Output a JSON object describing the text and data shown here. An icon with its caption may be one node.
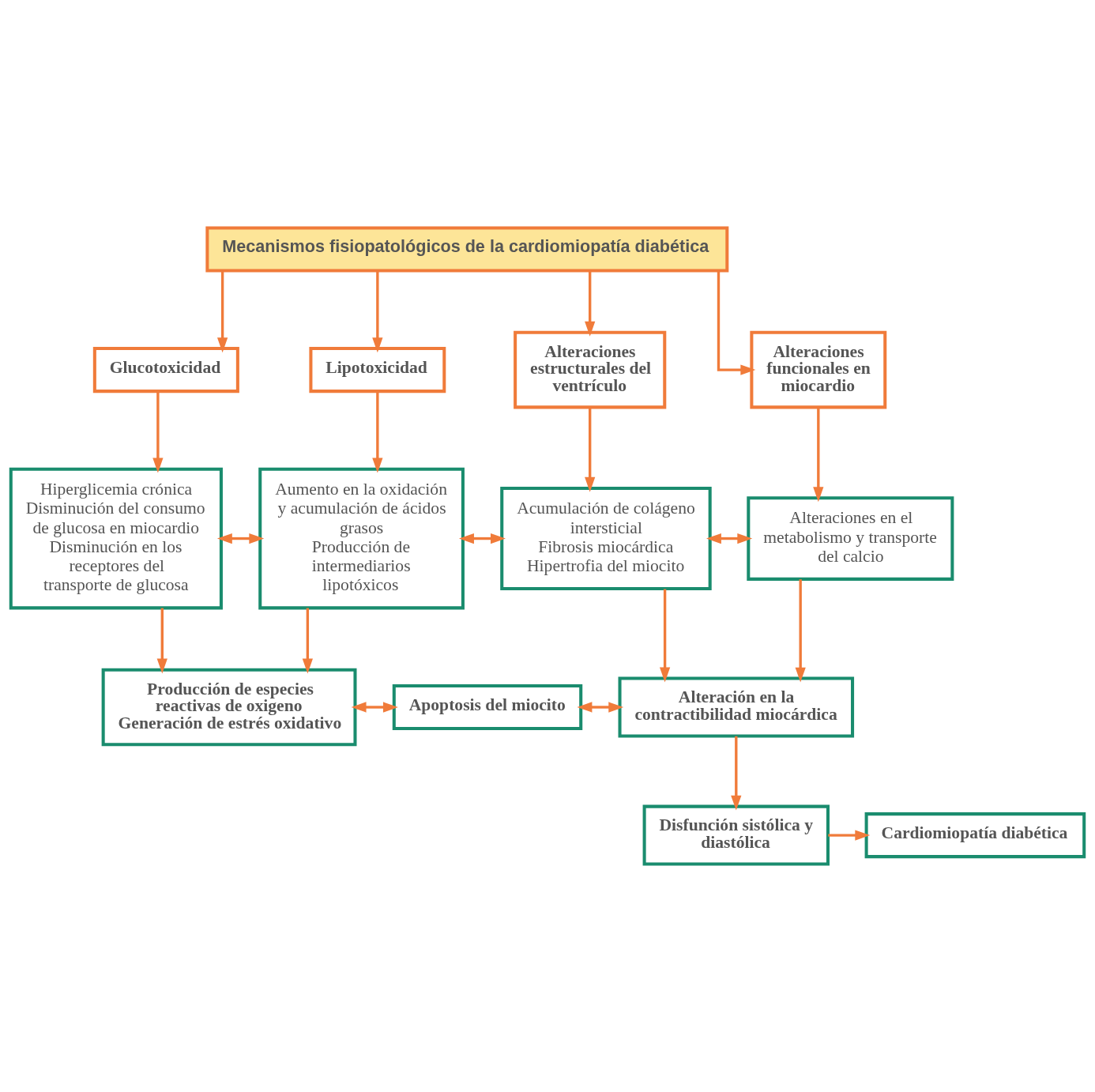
{
  "diagram": {
    "nodes": [
      {
        "text": [
          "Mecanismos fisiopatológicos de la cardiomiopatía diabética"
        ]
      },
      {
        "text": [
          "Glucotoxicidad"
        ]
      },
      {
        "text": [
          "Lipotoxicidad"
        ]
      },
      {
        "text": [
          "Alteraciones estructurales del ventrículo"
        ]
      },
      {
        "text": [
          "Alteraciones funcionales en miocardio"
        ]
      },
      {
        "text": [
          "Hiperglicemia crónica",
          "Disminución del consumo de glucosa en miocardio",
          "Disminución en los receptores del transporte de glucosa"
        ]
      },
      {
        "text": [
          "Aumento en la oxidación y acumulación de ácidos grasos",
          "Producción de intermediarios lipotóxicos"
        ]
      },
      {
        "text": [
          "Acumulación de colágeno intersticial",
          "Fibrosis miocárdica",
          "Hipertrofia del miocito"
        ]
      },
      {
        "text": [
          "Alteraciones en el metabolismo y transporte del calcio"
        ]
      },
      {
        "text": [
          "Producción de especies reactivas de oxigeno",
          "Generación de estrés oxidativo"
        ]
      },
      {
        "text": [
          "Apoptosis del miocito"
        ]
      },
      {
        "text": [
          "Alteración en la contractibilidad miocárdica"
        ]
      },
      {
        "text": [
          "Disfunción sistólica y diastólica"
        ]
      },
      {
        "text": [
          "Cardiomiopatía diabética"
        ]
      }
    ],
    "edges": [
      {
        "from": 0,
        "to": 1,
        "arrow": "to"
      },
      {
        "from": 0,
        "to": 2,
        "arrow": "to"
      },
      {
        "from": 0,
        "to": 3,
        "arrow": "to"
      },
      {
        "from": 0,
        "to": 4,
        "arrow": "to"
      },
      {
        "from": 1,
        "to": 5,
        "arrow": "to"
      },
      {
        "from": 2,
        "to": 6,
        "arrow": "to"
      },
      {
        "from": 3,
        "to": 7,
        "arrow": "to"
      },
      {
        "from": 4,
        "to": 8,
        "arrow": "to"
      },
      {
        "from": 5,
        "to": 6,
        "arrow": "both"
      },
      {
        "from": 6,
        "to": 7,
        "arrow": "both"
      },
      {
        "from": 7,
        "to": 8,
        "arrow": "both"
      },
      {
        "from": 5,
        "to": 9,
        "arrow": "to"
      },
      {
        "from": 6,
        "to": 9,
        "arrow": "to"
      },
      {
        "from": 7,
        "to": 11,
        "arrow": "to"
      },
      {
        "from": 8,
        "to": 11,
        "arrow": "to"
      },
      {
        "from": 9,
        "to": 10,
        "arrow": "both"
      },
      {
        "from": 10,
        "to": 11,
        "arrow": "both"
      },
      {
        "from": 11,
        "to": 12,
        "arrow": "to"
      },
      {
        "from": 12,
        "to": 13,
        "arrow": "to"
      }
    ]
  }
}
